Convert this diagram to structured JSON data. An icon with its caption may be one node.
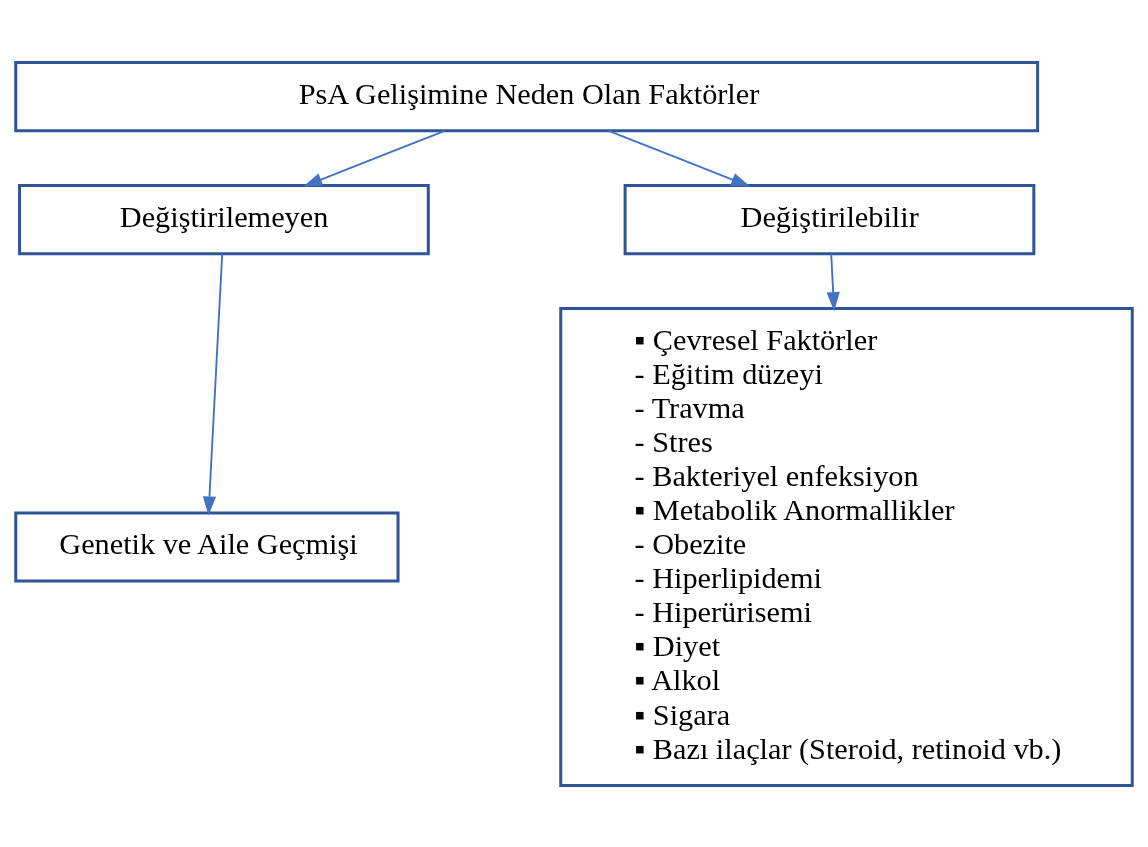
{
  "diagram": {
    "nodes": [
      {
        "text": [
          "PsA Gelişimine Neden Olan Faktörler"
        ]
      },
      {
        "text": [
          "Değiştirilemeyen"
        ]
      },
      {
        "text": [
          "Değiştirilebilir"
        ]
      },
      {
        "text": [
          "Genetik ve Aile Geçmişi"
        ]
      },
      {
        "text": [
          "▪ Çevresel Faktörler",
          "- Eğitim düzeyi",
          "- Travma",
          "- Stres",
          "- Bakteriyel enfeksiyon",
          "▪ Metabolik Anormallikler",
          "- Obezite",
          "- Hiperlipidemi",
          "- Hiperürisemi",
          "▪ Diyet",
          "▪ Alkol",
          "▪ Sigara",
          "▪ Bazı ilaçlar (Steroid, retinoid vb.)"
        ]
      }
    ],
    "edges": [
      {
        "from": 0,
        "to": 1,
        "arrow": "to"
      },
      {
        "from": 0,
        "to": 2,
        "arrow": "to"
      },
      {
        "from": 1,
        "to": 3,
        "arrow": "to"
      },
      {
        "from": 2,
        "to": 4,
        "arrow": "to"
      }
    ]
  }
}
